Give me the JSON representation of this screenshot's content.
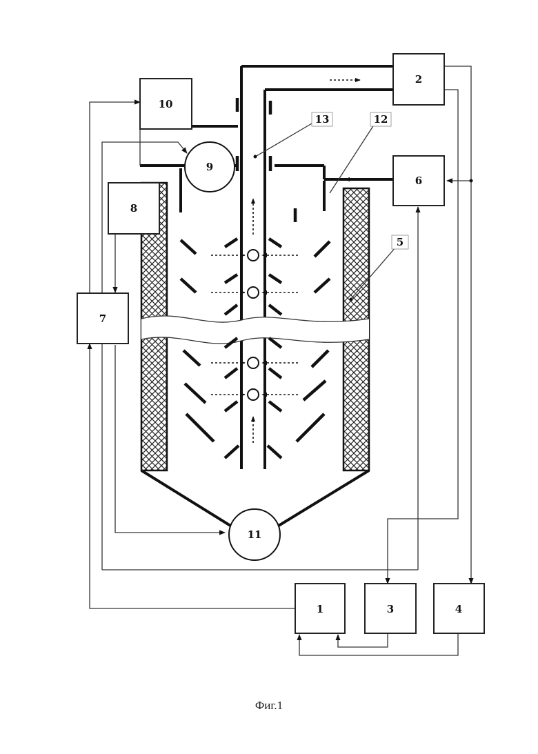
{
  "figure": {
    "caption": "Фиг.1",
    "blocks": [
      {
        "id": "b1",
        "label": "1"
      },
      {
        "id": "b2",
        "label": "2"
      },
      {
        "id": "b3",
        "label": "3"
      },
      {
        "id": "b4",
        "label": "4"
      },
      {
        "id": "b6",
        "label": "6"
      },
      {
        "id": "b7",
        "label": "7"
      },
      {
        "id": "b8",
        "label": "8"
      },
      {
        "id": "b10",
        "label": "10"
      }
    ],
    "circles": [
      {
        "id": "c9",
        "label": "9"
      },
      {
        "id": "c11",
        "label": "11"
      }
    ],
    "callouts": [
      {
        "id": "k5",
        "label": "5"
      },
      {
        "id": "k12",
        "label": "12"
      },
      {
        "id": "k13",
        "label": "13"
      }
    ]
  }
}
